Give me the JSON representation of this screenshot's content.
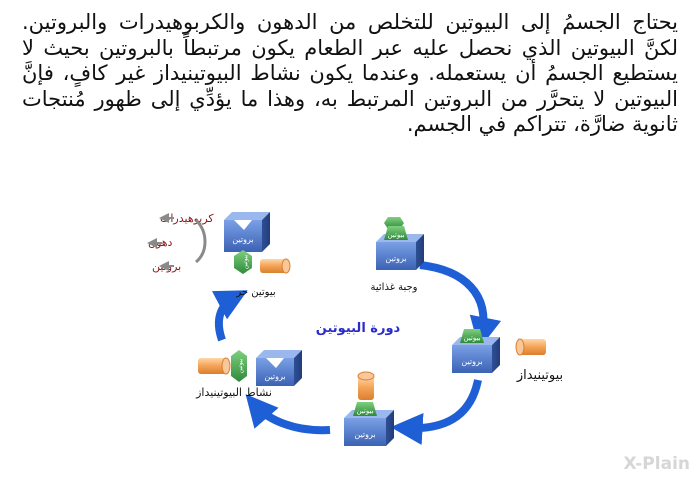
{
  "paragraph": "يحتاج الجسمُ إلى البيوتين للتخلص من الدهون والكربوهيدرات والبروتين. لكنَّ البيوتين الذي نحصل عليه عبر الطعام يكون مرتبطاً بالبروتين بحيث لا يستطيع الجسمُ أن يستعمله. وعندما يكون نشاط البيوتينيداز غير كافٍ، فإنَّ البيوتين لا يتحرَّر من البروتين المرتبط به، وهذا ما يؤدِّي إلى ظهور مُنتجات ثانوية ضارَّة، تتراكم في الجسم.",
  "diagram": {
    "center_title": "دورة البيوتين",
    "labels": {
      "meal": "وجبة غذائية",
      "biotinidase": "بيوتينيداز",
      "activity": "نشاط البيوتينيداز",
      "free_biotin": "بيوتين حر"
    },
    "tags": {
      "protein": "بروتين",
      "biotin": "بيوتين"
    },
    "nutrients": [
      "كربوهيدرات",
      "دهون",
      "بروتين"
    ]
  },
  "brand": "X-Plain",
  "colors": {
    "protein_box": "#4a72c0",
    "biotin_hex": "#3aa34a",
    "enzyme": "#f4a255",
    "arrow": "#1f5fd6",
    "nutrient_text": "#8a1a1a",
    "title_text": "#2b2bcc"
  }
}
